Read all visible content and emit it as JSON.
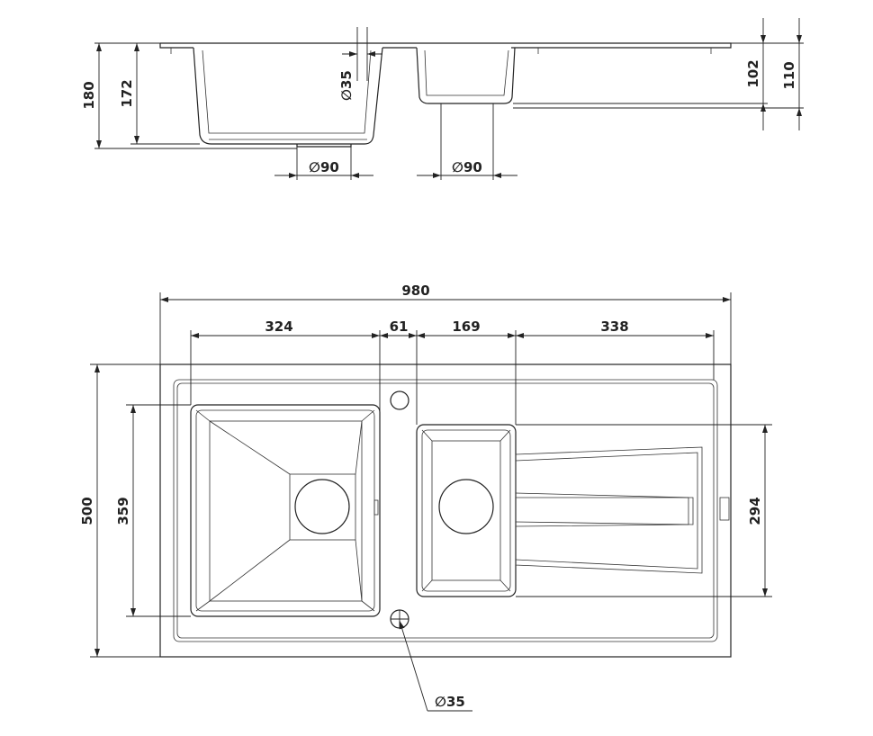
{
  "side_view": {
    "total_height": "180",
    "bowl_depth": "172",
    "tap_hole": "∅35",
    "left_drain": "∅90",
    "right_drain": "∅90",
    "small_bowl_depth": "102",
    "small_total_height": "110"
  },
  "plan_view": {
    "overall_width": "980",
    "left_bowl_width": "324",
    "bowl_gap": "61",
    "right_bowl_width": "169",
    "drainer_width": "338",
    "overall_depth": "500",
    "left_bowl_depth": "359",
    "right_bowl_depth": "294",
    "tap_hole": "∅35"
  },
  "colors": {
    "line": "#222222",
    "background": "#ffffff"
  }
}
